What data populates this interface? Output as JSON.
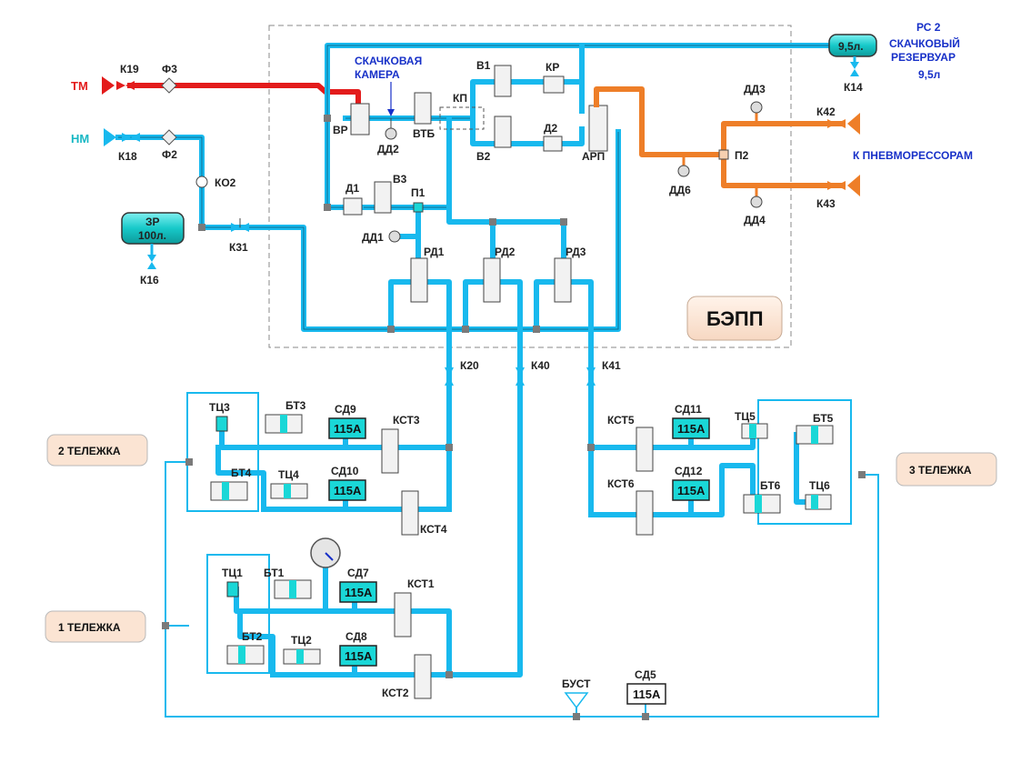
{
  "inputs": {
    "tm": "ТМ",
    "nm": "НМ"
  },
  "cocks": {
    "k19": "К19",
    "k18": "К18",
    "k16": "К16",
    "k31": "К31",
    "k14": "К14",
    "k20": "К20",
    "k40": "К40",
    "k41": "К41",
    "k42": "К42",
    "k43": "К43"
  },
  "filters": {
    "f3": "Ф3",
    "f2": "Ф2"
  },
  "ko2": "КО2",
  "reservoir": {
    "name": "ЗР",
    "volume": "100л."
  },
  "jump": {
    "chamber_line1": "СКАЧКОВАЯ",
    "chamber_line2": "КАМЕРА",
    "tank_volume": "9,5л.",
    "rs2_line1": "РС 2",
    "rs2_line2": "СКАЧКОВЫЙ",
    "rs2_line3": "РЕЗЕРВУАР",
    "rs2_line4": "9,5л"
  },
  "bepp": {
    "title": "БЭПП",
    "vr": "ВР",
    "dd2": "ДД2",
    "vtb": "ВТБ",
    "kp": "КП",
    "v1": "В1",
    "v2": "В2",
    "kr": "КР",
    "d2": "Д2",
    "arp": "АРП",
    "d1": "Д1",
    "v3": "В3",
    "p1": "П1",
    "dd1": "ДД1",
    "rd1": "РД1",
    "rd2": "РД2",
    "rd3": "РД3"
  },
  "pneumo": {
    "dd3": "ДД3",
    "dd4": "ДД4",
    "dd6": "ДД6",
    "p2": "П2",
    "label": "К ПНЕВМОРЕССОРАМ"
  },
  "bogies": {
    "b1": "1 ТЕЛЕЖКА",
    "b2": "2 ТЕЛЕЖКА",
    "b3": "3 ТЕЛЕЖКА"
  },
  "units": {
    "tc1": "ТЦ1",
    "tc2": "ТЦ2",
    "tc3": "ТЦ3",
    "tc4": "ТЦ4",
    "tc5": "ТЦ5",
    "tc6": "ТЦ6",
    "bt1": "БТ1",
    "bt2": "БТ2",
    "bt3": "БТ3",
    "bt4": "БТ4",
    "bt5": "БТ5",
    "bt6": "БТ6",
    "kst1": "КСТ1",
    "kst2": "КСТ2",
    "kst3": "КСТ3",
    "kst4": "КСТ4",
    "kst5": "КСТ5",
    "kst6": "КСТ6",
    "bust": "БУСТ"
  },
  "sensors": [
    {
      "name": "СД9",
      "value": "115А"
    },
    {
      "name": "СД10",
      "value": "115А"
    },
    {
      "name": "СД11",
      "value": "115А"
    },
    {
      "name": "СД12",
      "value": "115А"
    },
    {
      "name": "СД7",
      "value": "115А"
    },
    {
      "name": "СД8",
      "value": "115А"
    },
    {
      "name": "СД5",
      "value": "115А"
    }
  ],
  "colors": {
    "pipe_main": "#18b9ee",
    "pipe_tm": "#e31b1b",
    "pipe_pneumo": "#ee7e28",
    "sensor_fill": "#1ad7d7",
    "bogie_fill": "#fbe4d3",
    "label_blue": "#1730c8"
  }
}
